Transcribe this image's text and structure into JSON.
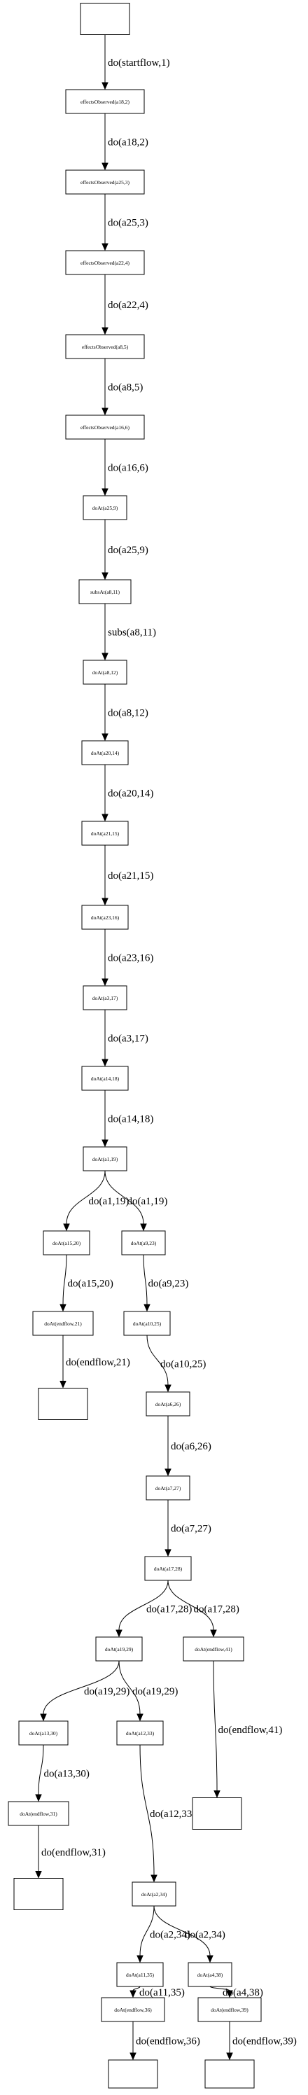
{
  "nodes": [
    {
      "id": "n0",
      "label": ""
    },
    {
      "id": "n1",
      "label": "effectsObserved(a18,2)"
    },
    {
      "id": "n2",
      "label": "effectsObserved(a25,3)"
    },
    {
      "id": "n3",
      "label": "effectsObserved(a22,4)"
    },
    {
      "id": "n4",
      "label": "effectsObserved(a8,5)"
    },
    {
      "id": "n5",
      "label": "effectsObserved(a16,6)"
    },
    {
      "id": "n6",
      "label": "doAt(a25,9)"
    },
    {
      "id": "n7",
      "label": "subsAt(a8,11)"
    },
    {
      "id": "n8",
      "label": "doAt(a8,12)"
    },
    {
      "id": "n9",
      "label": "doAt(a20,14)"
    },
    {
      "id": "n10",
      "label": "doAt(a21,15)"
    },
    {
      "id": "n11",
      "label": "doAt(a23,16)"
    },
    {
      "id": "n12",
      "label": "doAt(a3,17)"
    },
    {
      "id": "n13",
      "label": "doAt(a14,18)"
    },
    {
      "id": "n14",
      "label": "doAt(a1,19)"
    },
    {
      "id": "n15",
      "label": "doAt(a15,20)"
    },
    {
      "id": "n16",
      "label": "doAt(a9,23)"
    },
    {
      "id": "n17",
      "label": "doAt(endflow,21)"
    },
    {
      "id": "n18",
      "label": "doAt(a10,25)"
    },
    {
      "id": "n19",
      "label": ""
    },
    {
      "id": "n20",
      "label": "doAt(a6,26)"
    },
    {
      "id": "n21",
      "label": "doAt(a7,27)"
    },
    {
      "id": "n22",
      "label": "doAt(a17,28)"
    },
    {
      "id": "n23",
      "label": "doAt(a19,29)"
    },
    {
      "id": "n24",
      "label": "doAt(endflow,41)"
    },
    {
      "id": "n25",
      "label": "doAt(a13,30)"
    },
    {
      "id": "n26",
      "label": "doAt(a12,33)"
    },
    {
      "id": "n27",
      "label": ""
    },
    {
      "id": "n28",
      "label": "doAt(endflow,31)"
    },
    {
      "id": "n29",
      "label": "doAt(a2,34)"
    },
    {
      "id": "n30",
      "label": ""
    },
    {
      "id": "n31",
      "label": "doAt(a11,35)"
    },
    {
      "id": "n32",
      "label": "doAt(a4,38)"
    },
    {
      "id": "n33",
      "label": "doAt(endflow,36)"
    },
    {
      "id": "n34",
      "label": "doAt(endflow,39)"
    },
    {
      "id": "n35",
      "label": ""
    },
    {
      "id": "n36",
      "label": ""
    }
  ],
  "edges": [
    {
      "from": "n0",
      "to": "n1",
      "label": "do(startflow,1)"
    },
    {
      "from": "n1",
      "to": "n2",
      "label": "do(a18,2)"
    },
    {
      "from": "n2",
      "to": "n3",
      "label": "do(a25,3)"
    },
    {
      "from": "n3",
      "to": "n4",
      "label": "do(a22,4)"
    },
    {
      "from": "n4",
      "to": "n5",
      "label": "do(a8,5)"
    },
    {
      "from": "n5",
      "to": "n6",
      "label": "do(a16,6)"
    },
    {
      "from": "n6",
      "to": "n7",
      "label": "do(a25,9)"
    },
    {
      "from": "n7",
      "to": "n8",
      "label": "subs(a8,11)"
    },
    {
      "from": "n8",
      "to": "n9",
      "label": "do(a8,12)"
    },
    {
      "from": "n9",
      "to": "n10",
      "label": "do(a20,14)"
    },
    {
      "from": "n10",
      "to": "n11",
      "label": "do(a21,15)"
    },
    {
      "from": "n11",
      "to": "n12",
      "label": "do(a23,16)"
    },
    {
      "from": "n12",
      "to": "n13",
      "label": "do(a3,17)"
    },
    {
      "from": "n13",
      "to": "n14",
      "label": "do(a14,18)"
    },
    {
      "from": "n14",
      "to": "n15",
      "label": "do(a1,19)"
    },
    {
      "from": "n14",
      "to": "n16",
      "label": "do(a1,19)"
    },
    {
      "from": "n15",
      "to": "n17",
      "label": "do(a15,20)"
    },
    {
      "from": "n16",
      "to": "n18",
      "label": "do(a9,23)"
    },
    {
      "from": "n17",
      "to": "n19",
      "label": "do(endflow,21)"
    },
    {
      "from": "n18",
      "to": "n20",
      "label": "do(a10,25)"
    },
    {
      "from": "n20",
      "to": "n21",
      "label": "do(a6,26)"
    },
    {
      "from": "n21",
      "to": "n22",
      "label": "do(a7,27)"
    },
    {
      "from": "n22",
      "to": "n23",
      "label": "do(a17,28)"
    },
    {
      "from": "n22",
      "to": "n24",
      "label": "do(a17,28)"
    },
    {
      "from": "n23",
      "to": "n25",
      "label": "do(a19,29)"
    },
    {
      "from": "n23",
      "to": "n26",
      "label": "do(a19,29)"
    },
    {
      "from": "n24",
      "to": "n27",
      "label": "do(endflow,41)"
    },
    {
      "from": "n25",
      "to": "n28",
      "label": "do(a13,30)"
    },
    {
      "from": "n26",
      "to": "n29",
      "label": "do(a12,33)"
    },
    {
      "from": "n28",
      "to": "n30",
      "label": "do(endflow,31)"
    },
    {
      "from": "n29",
      "to": "n31",
      "label": "do(a2,34)"
    },
    {
      "from": "n29",
      "to": "n32",
      "label": "do(a2,34)"
    },
    {
      "from": "n31",
      "to": "n33",
      "label": "do(a11,35)"
    },
    {
      "from": "n32",
      "to": "n34",
      "label": "do(a4,38)"
    },
    {
      "from": "n33",
      "to": "n35",
      "label": "do(endflow,36)"
    },
    {
      "from": "n34",
      "to": "n36",
      "label": "do(endflow,39)"
    }
  ]
}
